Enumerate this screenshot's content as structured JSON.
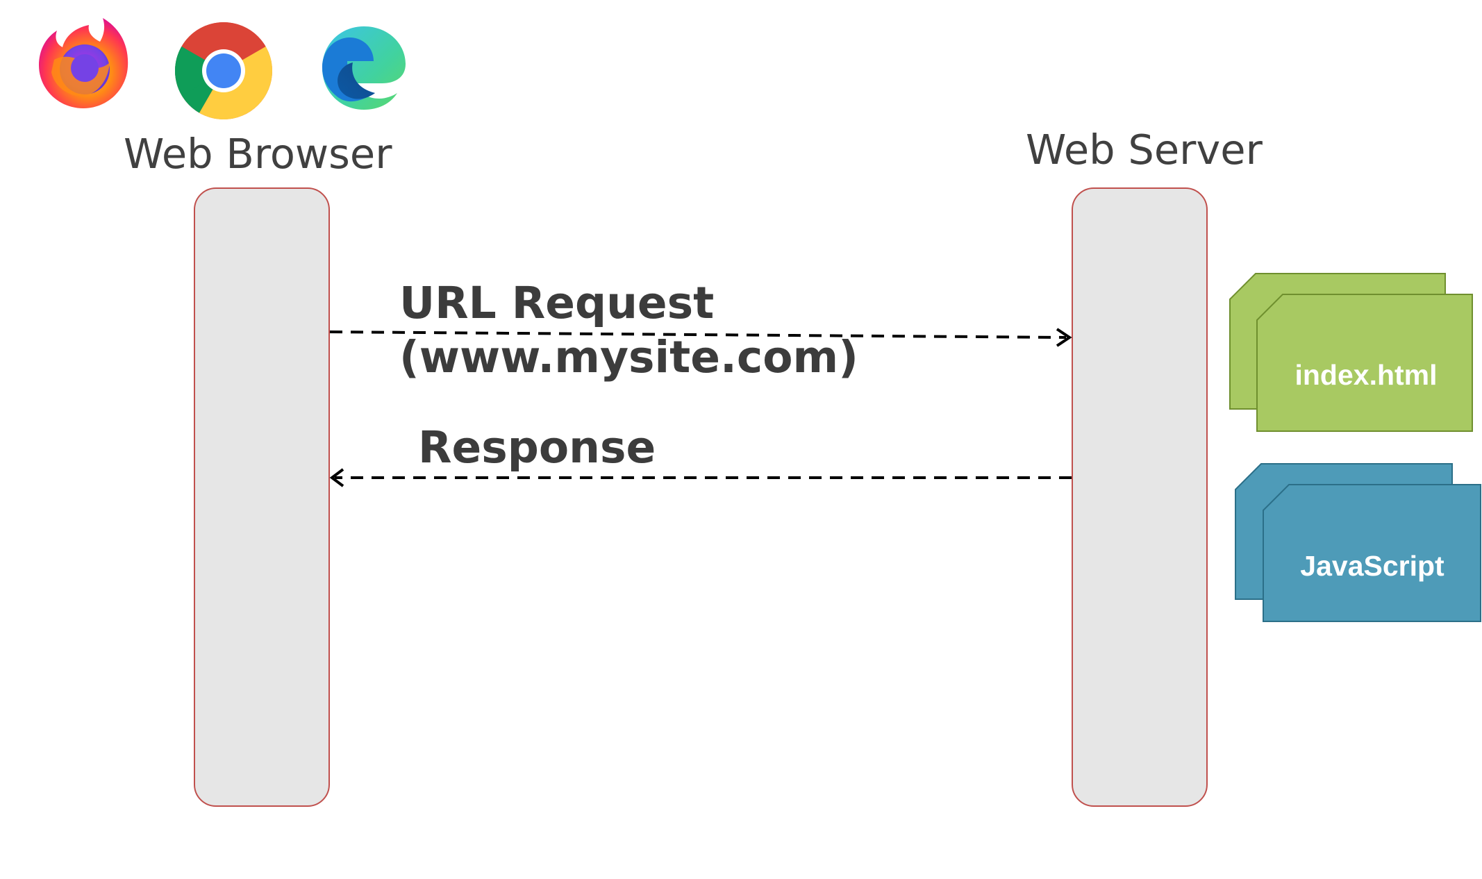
{
  "browser": {
    "label": "Web Browser",
    "icons": [
      "firefox-icon",
      "chrome-icon",
      "edge-icon"
    ]
  },
  "server": {
    "label": "Web Server",
    "files": [
      {
        "name": "index.html",
        "color": "#a8c962"
      },
      {
        "name": "JavaScript",
        "color": "#4e9bb8"
      }
    ]
  },
  "messages": {
    "request": {
      "line1": "URL Request",
      "line2": "(www.mysite.com)"
    },
    "response": {
      "label": "Response"
    }
  },
  "colors": {
    "lifeline_fill": "#e6e6e6",
    "lifeline_border": "#c0504d",
    "text": "#404040",
    "arrow": "#000000"
  }
}
